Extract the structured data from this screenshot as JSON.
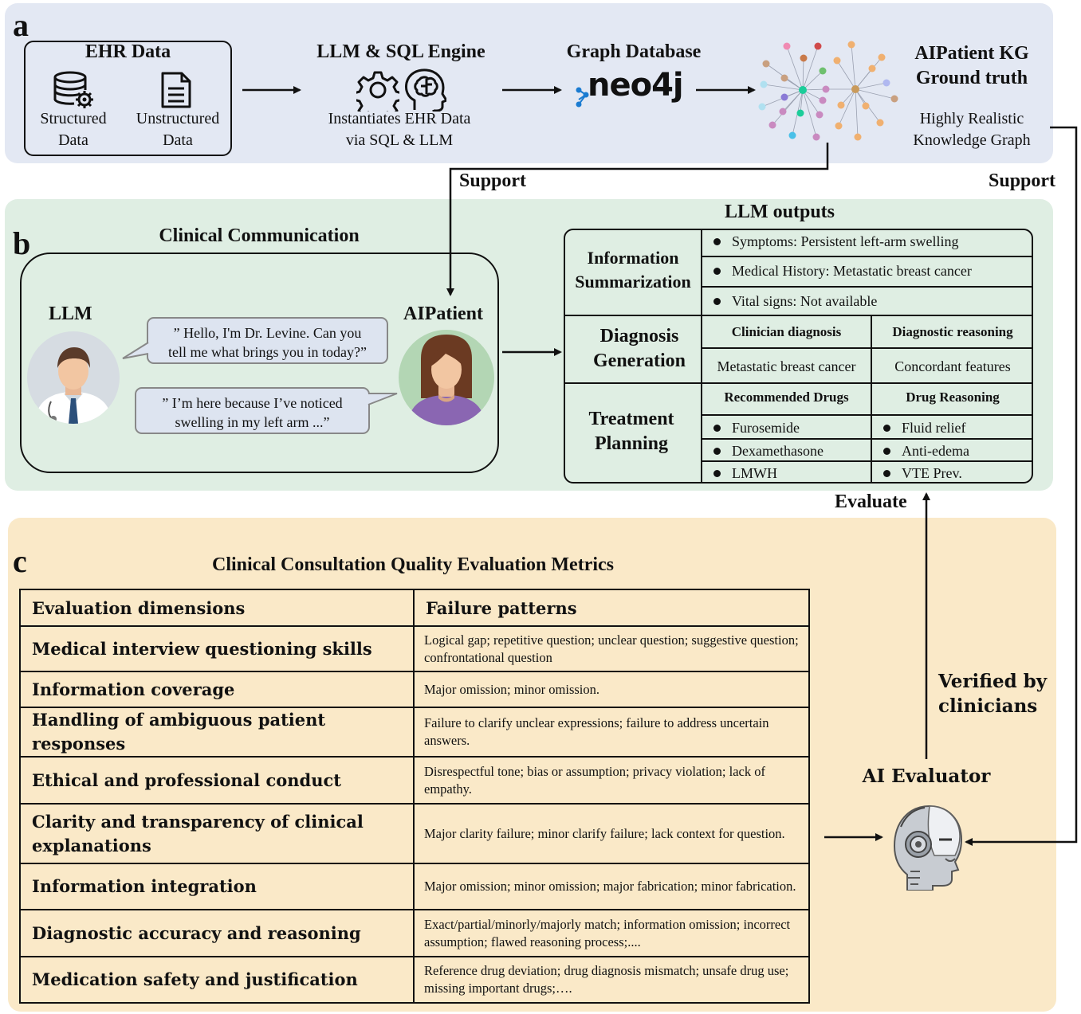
{
  "panel_a": {
    "letter": "a",
    "ehr": {
      "title": "EHR Data",
      "structured": [
        "Structured",
        "Data"
      ],
      "unstructured": [
        "Unstructured",
        "Data"
      ]
    },
    "engine": {
      "title": "LLM & SQL Engine",
      "caption": [
        "Instantiates EHR Data",
        "via SQL & LLM"
      ]
    },
    "graph_db": {
      "title": "Graph Database",
      "logo_text": "neo4j"
    },
    "kg": {
      "title": [
        "AIPatient KG",
        "Ground truth"
      ],
      "caption": [
        "Highly Realistic",
        "Knowledge Graph"
      ]
    }
  },
  "connectors": {
    "support_left": "Support",
    "support_right": "Support",
    "evaluate": "Evaluate",
    "verified": [
      "Verified by",
      "clinicians"
    ]
  },
  "panel_b": {
    "letter": "b",
    "clinical_title": "Clinical Communication",
    "llm_label": "LLM",
    "patient_label": "AIPatient",
    "bubble_doctor": [
      "” Hello, I'm Dr. Levine. Can you",
      "tell me what brings you in today?”"
    ],
    "bubble_patient": [
      "” I’m here because I’ve noticed",
      "swelling in my left arm ...”"
    ],
    "outputs_title": "LLM outputs",
    "info_summary": {
      "label": [
        "Information",
        "Summarization"
      ],
      "items": [
        "Symptoms: Persistent left-arm swelling",
        "Medical History: Metastatic breast cancer",
        "Vital signs: Not available"
      ]
    },
    "diagnosis": {
      "label": [
        "Diagnosis",
        "Generation"
      ],
      "headers": [
        "Clinician diagnosis",
        "Diagnostic reasoning"
      ],
      "values": [
        "Metastatic breast cancer",
        "Concordant features"
      ]
    },
    "treatment": {
      "label": [
        "Treatment",
        "Planning"
      ],
      "headers": [
        "Recommended Drugs",
        "Drug Reasoning"
      ],
      "drugs": [
        "Furosemide",
        "Dexamethasone",
        "LMWH"
      ],
      "reasons": [
        "Fluid relief",
        "Anti-edema",
        "VTE Prev."
      ]
    }
  },
  "panel_c": {
    "letter": "c",
    "title": "Clinical Consultation Quality Evaluation Metrics",
    "headers": [
      "Evaluation dimensions",
      "Failure patterns"
    ],
    "rows": [
      {
        "dimension": "Medical interview questioning skills",
        "failures": "Logical gap; repetitive question; unclear question; suggestive question; confrontational question"
      },
      {
        "dimension": "Information coverage",
        "failures": "Major omission; minor omission."
      },
      {
        "dimension": "Handling of ambiguous patient responses",
        "failures": "Failure to clarify unclear expressions; failure to address uncertain answers."
      },
      {
        "dimension": "Ethical and professional conduct",
        "failures": "Disrespectful tone; bias or assumption; privacy violation; lack of empathy."
      },
      {
        "dimension": "Clarity and transparency of clinical explanations",
        "failures": "Major clarity failure; minor clarify failure; lack context for question."
      },
      {
        "dimension": "Information integration",
        "failures": "Major omission; minor omission; major fabrication; minor fabrication."
      },
      {
        "dimension": "Diagnostic accuracy and reasoning",
        "failures": "Exact/partial/minorly/majorly match; information omission; incorrect assumption; flawed reasoning process;...."
      },
      {
        "dimension": "Medication safety and justification",
        "failures": "Reference drug deviation; drug diagnosis mismatch; unsafe drug use; missing important drugs;…."
      }
    ],
    "evaluator_label": "AI Evaluator"
  }
}
